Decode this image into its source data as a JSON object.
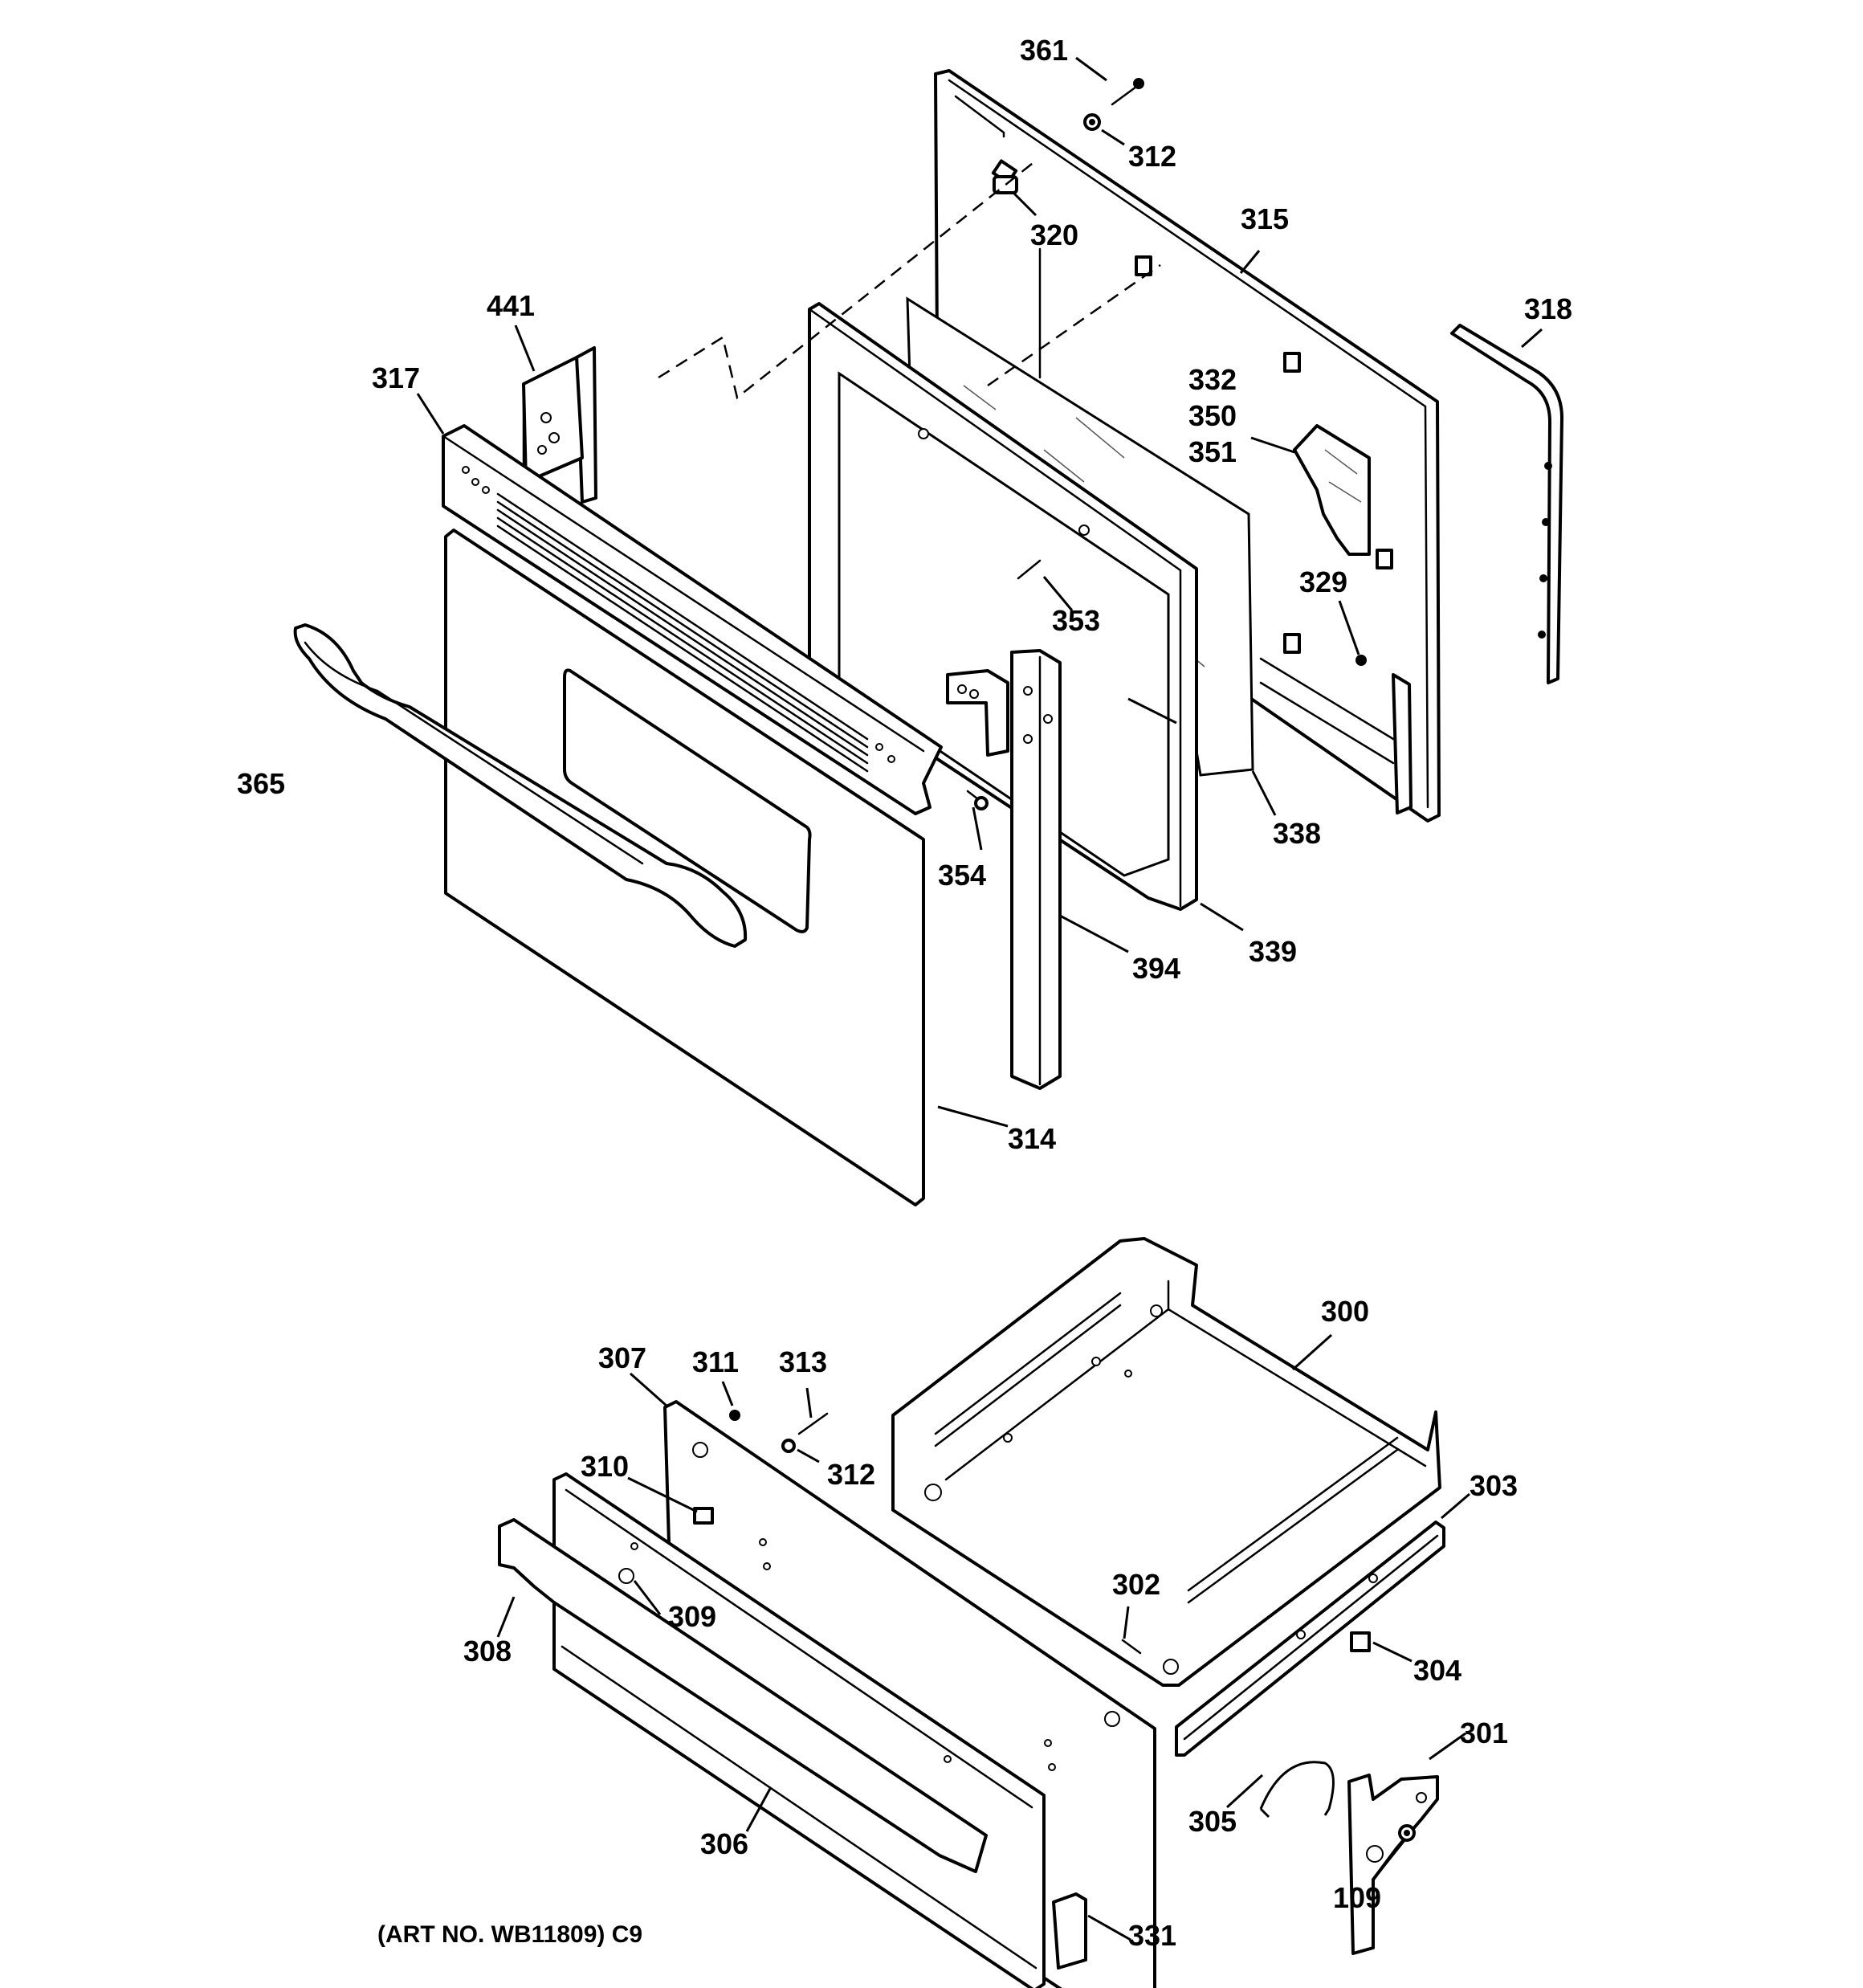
{
  "labels": {
    "l361": "361",
    "l312a": "312",
    "l320": "320",
    "l315": "315",
    "l318": "318",
    "l441": "441",
    "l317": "317",
    "l332": "332",
    "l350": "350",
    "l351": "351",
    "l329": "329",
    "l353": "353",
    "l365": "365",
    "l354": "354",
    "l338": "338",
    "l339": "339",
    "l394": "394",
    "l314": "314",
    "l300": "300",
    "l307": "307",
    "l311": "311",
    "l313": "313",
    "l312b": "312",
    "l310": "310",
    "l303": "303",
    "l302": "302",
    "l309": "309",
    "l308": "308",
    "l304": "304",
    "l301": "301",
    "l305": "305",
    "l306": "306",
    "l109": "109",
    "l331": "331"
  },
  "art_number": "(ART NO. WB11809) C9"
}
